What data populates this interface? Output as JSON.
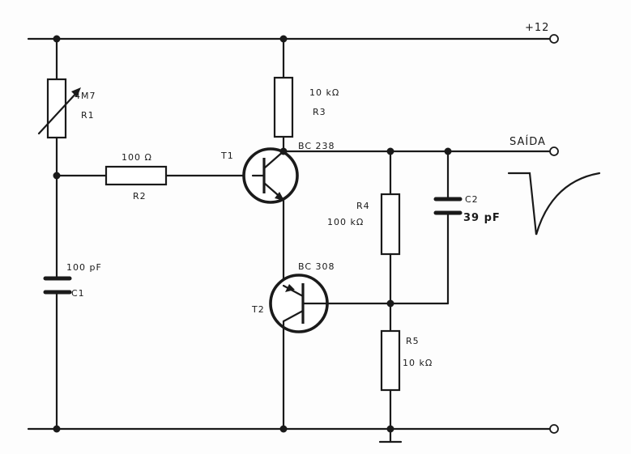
{
  "supply": {
    "label": "+12"
  },
  "output": {
    "label": "SAÍDA"
  },
  "components": {
    "r1": {
      "ref": "R1",
      "value": "4M7"
    },
    "r2": {
      "ref": "R2",
      "value": "100 Ω"
    },
    "r3": {
      "ref": "R3",
      "value": "10 kΩ"
    },
    "r4": {
      "ref": "R4",
      "value": "100 kΩ"
    },
    "r5": {
      "ref": "R5",
      "value": "10 kΩ"
    },
    "c1": {
      "ref": "C1",
      "value": "100 pF"
    },
    "c2": {
      "ref": "C2",
      "value": "39 pF"
    },
    "t1": {
      "ref": "T1",
      "part": "BC 238"
    },
    "t2": {
      "ref": "T2",
      "part": "BC 308"
    }
  }
}
